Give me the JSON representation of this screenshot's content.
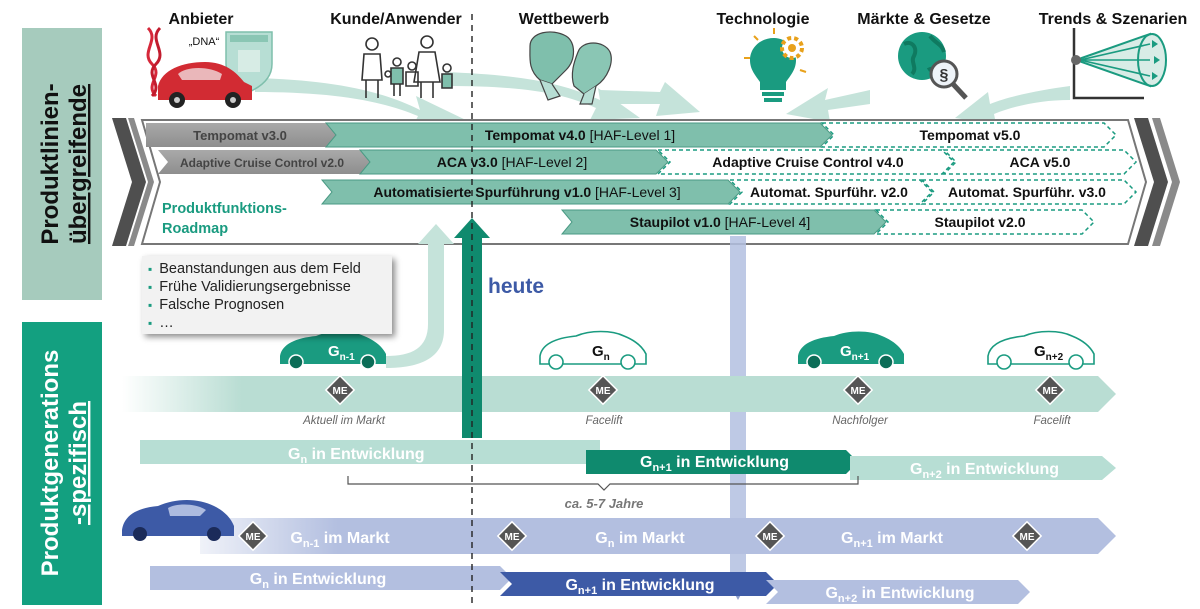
{
  "sections": {
    "line": [
      "Produktlinien-",
      "übergreifende"
    ],
    "gen": [
      "Produktgenerations",
      "-spezifisch"
    ]
  },
  "categories": {
    "anbieter": "Anbieter",
    "dna": "„DNA“",
    "kunde": "Kunde/Anwender",
    "wettbewerb": "Wettbewerb",
    "technologie": "Technologie",
    "maerkte": "Märkte & Gesetze",
    "trends": "Trends & Szenarien"
  },
  "roadmap": {
    "label": [
      "Produktfunktions-",
      "Roadmap"
    ],
    "tempomat": {
      "old": "Tempomat v3.0",
      "cur_bold": "Tempomat v4.0",
      "cur_rest": " [HAF-Level 1]",
      "next": "Tempomat v5.0"
    },
    "aca": {
      "old": "Adaptive Cruise Control v2.0",
      "cur_bold": "ACA v3.0",
      "cur_rest": " [HAF-Level 2]",
      "next": "Adaptive Cruise Control v4.0",
      "next2": "ACA v5.0"
    },
    "spur": {
      "cur_bold": "Automatisierte Spurführung v1.0",
      "cur_rest": " [HAF-Level 3]",
      "next": "Automat. Spurführ. v2.0",
      "next2": "Automat. Spurführ. v3.0"
    },
    "stau": {
      "cur_bold": "Staupilot v1.0",
      "cur_rest": " [HAF-Level 4]",
      "next": "Staupilot v2.0"
    }
  },
  "feedback": [
    "Beanstandungen aus dem Feld",
    "Frühe Validierungsergebnisse",
    "Falsche Prognosen",
    "…"
  ],
  "today": "heute",
  "generations": {
    "cars": [
      {
        "base": "G",
        "sub": "n-1"
      },
      {
        "base": "G",
        "sub": "n"
      },
      {
        "base": "G",
        "sub": "n+1"
      },
      {
        "base": "G",
        "sub": "n+2"
      }
    ],
    "me": "ME",
    "me_labels": [
      "Aktuell im Markt",
      "Facelift",
      "Nachfolger",
      "Facelift"
    ],
    "dev1": {
      "base": "G",
      "sub": "n",
      "rest": " in Entwicklung"
    },
    "dev2": {
      "base": "G",
      "sub": "n+1",
      "rest": " in Entwicklung"
    },
    "dev3": {
      "base": "G",
      "sub": "n+2",
      "rest": " in Entwicklung"
    },
    "duration": "ca. 5-7 Jahre",
    "market": [
      {
        "base": "G",
        "sub": "n-1",
        "rest": " im Markt"
      },
      {
        "base": "G",
        "sub": "n",
        "rest": " im Markt"
      },
      {
        "base": "G",
        "sub": "n+1",
        "rest": " im Markt"
      }
    ],
    "bdev1": {
      "base": "G",
      "sub": "n",
      "rest": " in Entwicklung"
    },
    "bdev2": {
      "base": "G",
      "sub": "n+1",
      "rest": " in Entwicklung"
    },
    "bdev3": {
      "base": "G",
      "sub": "n+2",
      "rest": " in Entwicklung"
    }
  },
  "colors": {
    "teal_dark": "#0f8a6e",
    "teal": "#7fbfac",
    "teal_light": "#b7ded4",
    "blue_dark": "#3d5aa6",
    "blue": "#8e9fcd",
    "blue_light": "#b3bfe0"
  }
}
